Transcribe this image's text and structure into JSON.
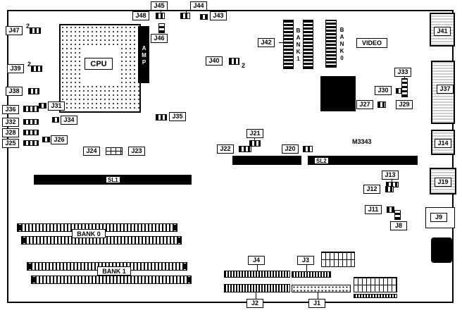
{
  "diagram": {
    "type": "motherboard-layout",
    "chip_id": "M3343",
    "superscript_note": "2"
  },
  "labels": {
    "j1": "J1",
    "j2": "J2",
    "j3": "J3",
    "j4": "J4",
    "j8": "J8",
    "j9": "J9",
    "j11": "J11",
    "j12": "J12",
    "j13": "J13",
    "j14": "J14",
    "j19": "J19",
    "j20": "J20",
    "j21": "J21",
    "j22": "J22",
    "j23": "J23",
    "j24": "J24",
    "j25": "J25",
    "j26": "J26",
    "j27": "J27",
    "j28": "J28",
    "j29": "J29",
    "j30": "J30",
    "j31": "J31",
    "j32": "J32",
    "j33": "J33",
    "j34": "J34",
    "j35": "J35",
    "j36": "J36",
    "j37": "J37",
    "j38": "J38",
    "j39": "J39",
    "j40": "J40",
    "j41": "J41",
    "j42": "J42",
    "j43": "J43",
    "j44": "J44",
    "j45": "J45",
    "j46": "J46",
    "j47": "J47",
    "j48": "J48"
  },
  "components": {
    "cpu": "CPU",
    "amp": "AMP",
    "video": "VIDEO",
    "bank0_vertical": "BANK0",
    "bank1_vertical": "BANK1",
    "bank0": "BANK 0",
    "bank1": "BANK 1",
    "sl1": "SL1",
    "sl2": "SL2"
  }
}
